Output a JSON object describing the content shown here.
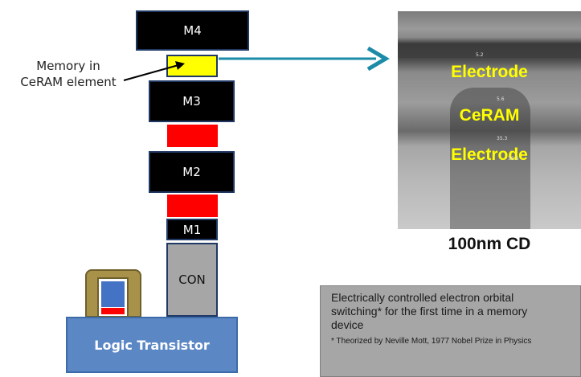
{
  "stack": {
    "m4": "M4",
    "m3": "M3",
    "m2": "M2",
    "m1": "M1",
    "con": "CON",
    "memory_label": [
      "Memory in",
      "CeRAM element"
    ],
    "transistor": "Logic Transistor"
  },
  "micrograph": {
    "top_label": "Electrode",
    "mid_label": "CeRAM",
    "bottom_label": "Electrode",
    "ticks": [
      "5.2",
      "5.6",
      "35.3",
      "36.6"
    ],
    "caption": "100nm CD"
  },
  "note": {
    "line1": "Electrically controlled electron orbital",
    "line2": "switching* for the first time in a memory",
    "line3": "device",
    "footnote": "* Theorized by Neville Mott, 1977 Nobel Prize in Physics"
  },
  "colors": {
    "memory_element": "#ffff00",
    "via": "#ff0000",
    "arrow": "#1b8ba8",
    "transistor": "#5b87c5",
    "contact": "#a6a6a6"
  }
}
